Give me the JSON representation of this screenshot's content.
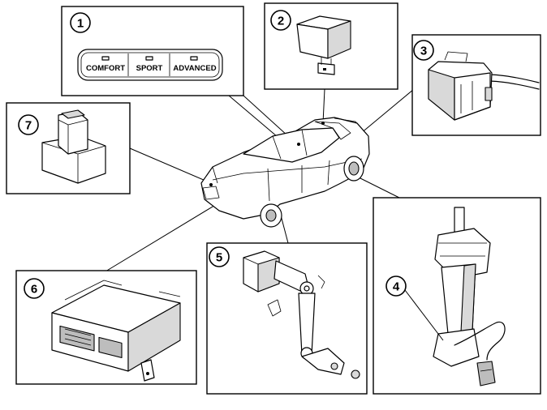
{
  "callouts": [
    "1",
    "2",
    "3",
    "4",
    "5",
    "6",
    "7"
  ],
  "mode_switch": {
    "comfort_label": "COMFORT",
    "sport_label": "SPORT",
    "advanced_label": "ADVANCED"
  }
}
